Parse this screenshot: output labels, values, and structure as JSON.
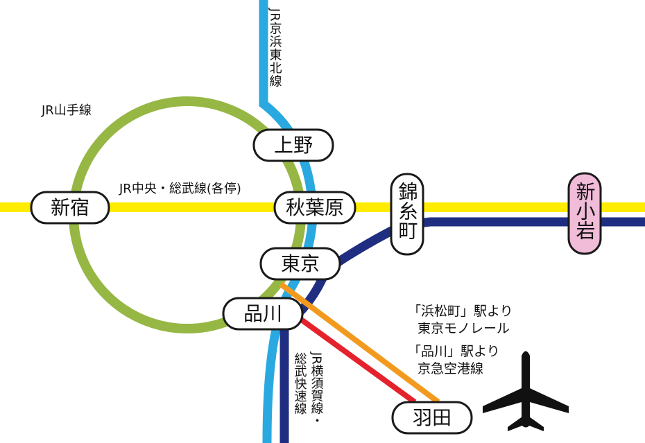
{
  "colors": {
    "yamanote": "#96b744",
    "chuo_sobu": "#ffec00",
    "keihin_tohoku": "#29a9e0",
    "yokosuka_sobu_rapid": "#1f2e80",
    "tokyo_monorail": "#f39a1e",
    "keikyu": "#e5222c",
    "pink_station": "#f0bcd8"
  },
  "lines": {
    "yamanote": "JR山手線",
    "chuo_sobu": "JR中央・総武線(各停)",
    "keihin_tohoku": "JR京浜東北線",
    "yokosuka_sobu_rapid_1": "JR横須賀線・",
    "yokosuka_sobu_rapid_2": "総武快速線"
  },
  "stations": {
    "shinjuku": "新宿",
    "ueno": "上野",
    "akihabara": "秋葉原",
    "tokyo": "東京",
    "shinagawa": "品川",
    "kinshicho": "錦糸町",
    "shin_koiwa": "新小岩",
    "haneda": "羽田"
  },
  "notes": {
    "monorail_1": "「浜松町」駅より",
    "monorail_2": "東京モノレール",
    "keikyu_1": "「品川」駅より",
    "keikyu_2": "京急空港線"
  },
  "icons": {
    "airport": "airplane-icon"
  }
}
